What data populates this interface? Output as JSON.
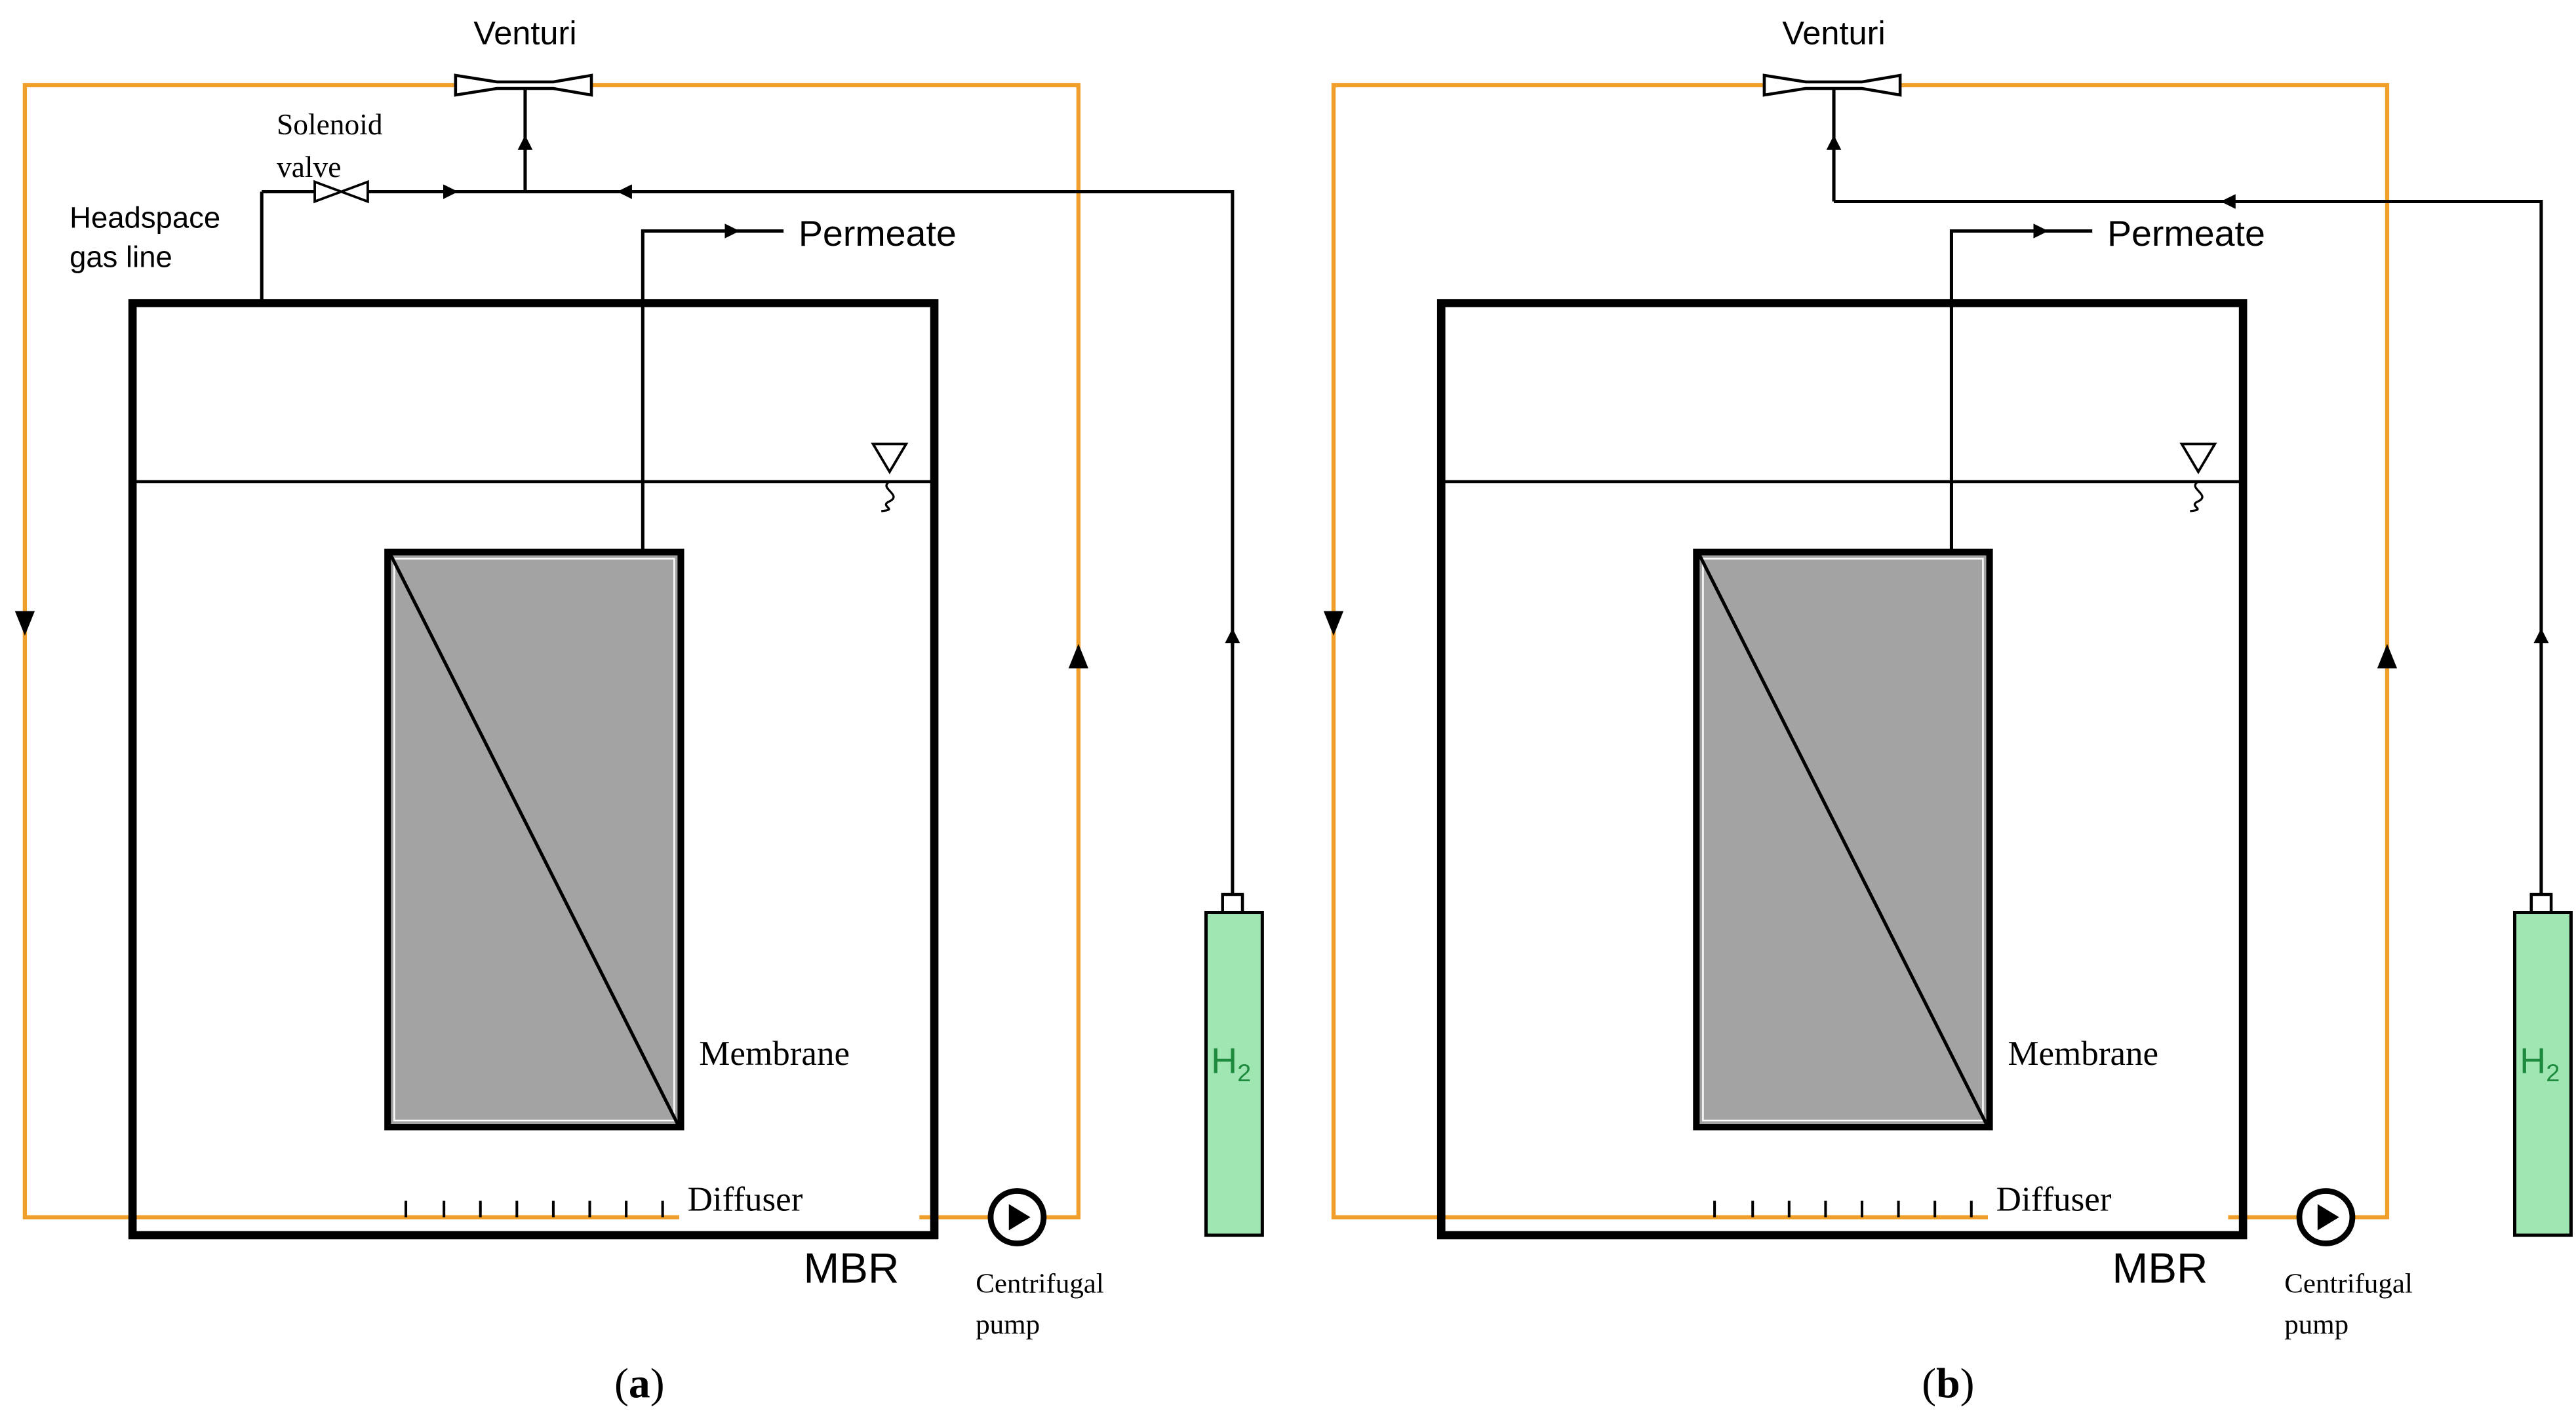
{
  "colors": {
    "recirculation_line": "#F0A02A",
    "line": "#000000",
    "membrane_fill": "#A3A3A3",
    "cylinder_fill": "#9FE6B3",
    "cylinder_text": "#1E8A3E",
    "background": "#FFFFFF"
  },
  "panels": [
    {
      "id": "a",
      "venturi_label": "Venturi",
      "solenoid_label_line1": "Solenoid",
      "solenoid_label_line2": "valve",
      "headspace_label_line1": "Headspace",
      "headspace_label_line2": "gas line",
      "permeate_label": "Permeate",
      "membrane_label": "Membrane",
      "diffuser_label": "Diffuser",
      "mbr_label": "MBR",
      "pump_label_line1": "Centrifugal",
      "pump_label_line2": "pump",
      "gas_label": "H",
      "gas_subscript": "2",
      "caption_open": "(",
      "caption_letter": "a",
      "caption_close": ")",
      "has_headspace_line": true
    },
    {
      "id": "b",
      "venturi_label": "Venturi",
      "permeate_label": "Permeate",
      "membrane_label": "Membrane",
      "diffuser_label": "Diffuser",
      "mbr_label": "MBR",
      "pump_label_line1": "Centrifugal",
      "pump_label_line2": "pump",
      "gas_label": "H",
      "gas_subscript": "2",
      "caption_open": "(",
      "caption_letter": "b",
      "caption_close": ")",
      "has_headspace_line": false
    }
  ]
}
